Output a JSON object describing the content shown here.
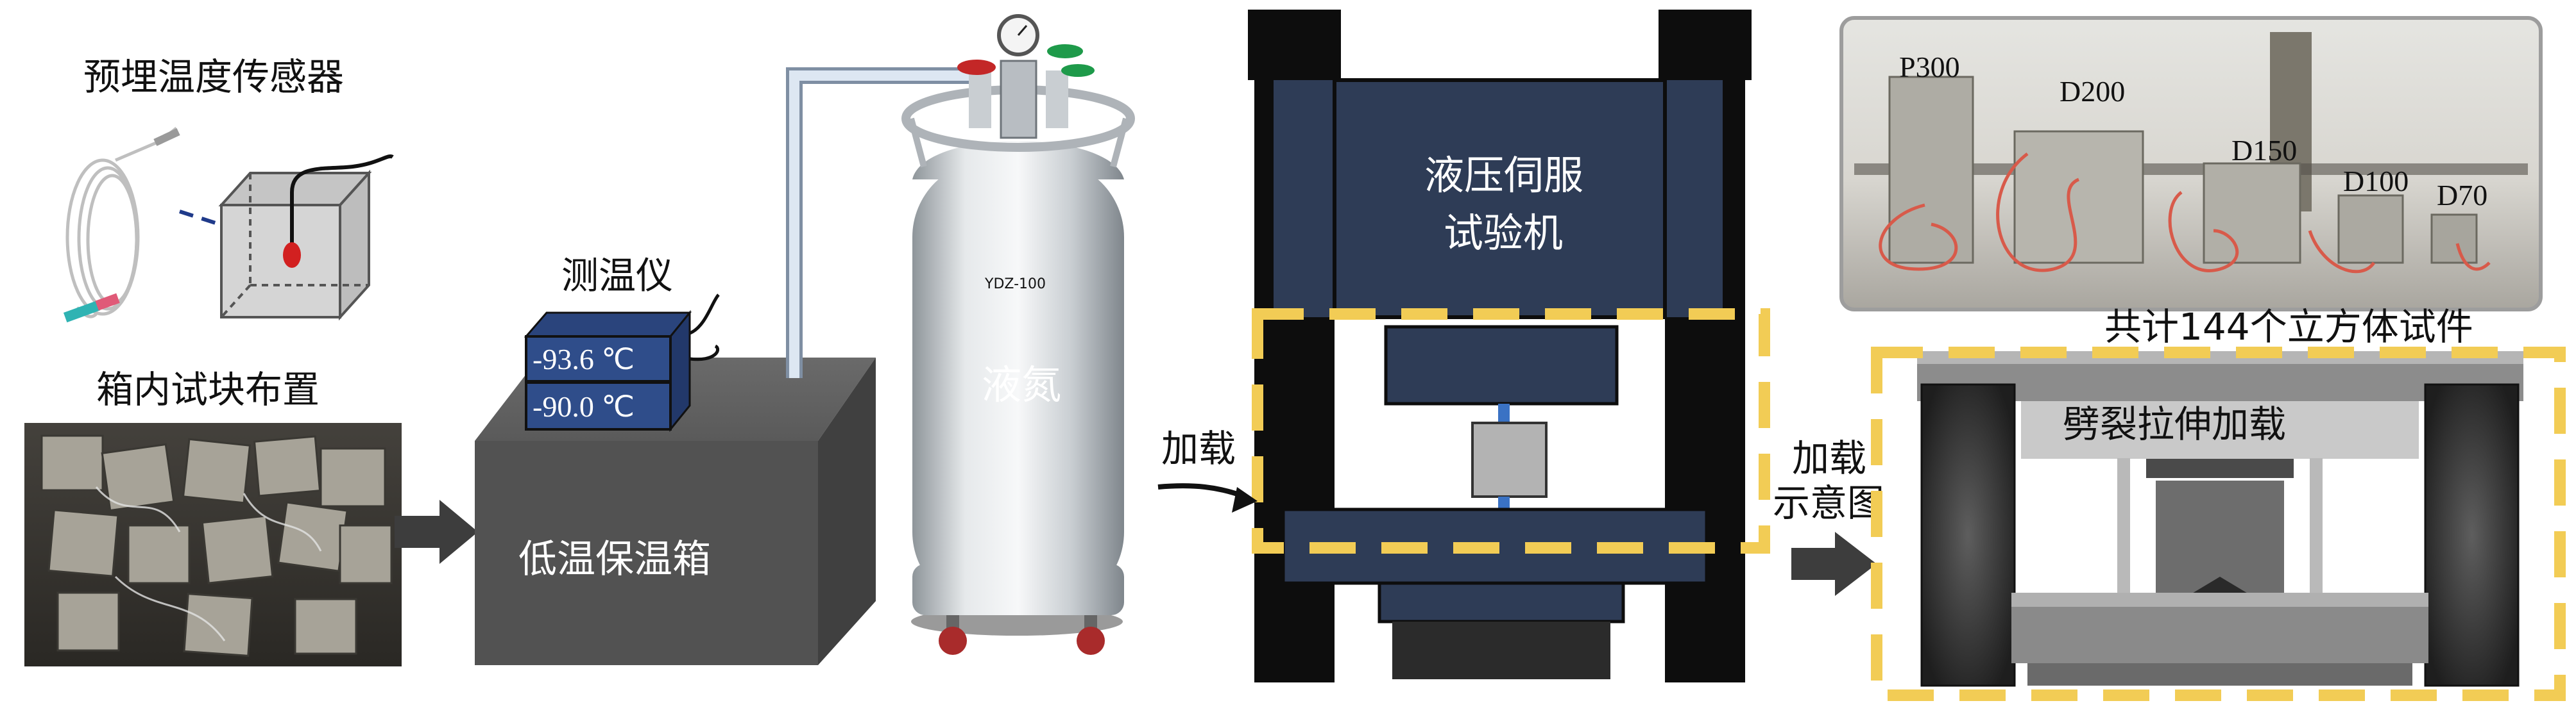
{
  "labels": {
    "sensor_title": "预埋温度传感器",
    "box_layout": "箱内试块布置",
    "thermometer": "测温仪",
    "temp_reading_1": "-93.6 ℃",
    "temp_reading_2": "-90.0 ℃",
    "cold_box": "低温保温箱",
    "liquid_nitrogen": "液氮",
    "tank_model": "YDZ-100",
    "machine_line1": "液压伺服",
    "machine_line2": "试验机",
    "loading": "加载",
    "schematic_line1": "加载",
    "schematic_line2": "示意图",
    "total_specimens": "共计144个立方体试件",
    "splitting_tension": "劈裂拉伸加载"
  },
  "specimens": [
    "P300",
    "D200",
    "D150",
    "D100",
    "D70"
  ],
  "colors": {
    "dark_navy": "#2e3c56",
    "black_column": "#0d0d0d",
    "dashed_frame": "#f2cc55",
    "box_gray": "#525252",
    "display_blue": "#2f4d8a",
    "steel": "#cfd4d8",
    "arrow_gray": "#3d3d3d",
    "sensor_dot": "#d22020",
    "wire_red": "#d85a4a"
  }
}
